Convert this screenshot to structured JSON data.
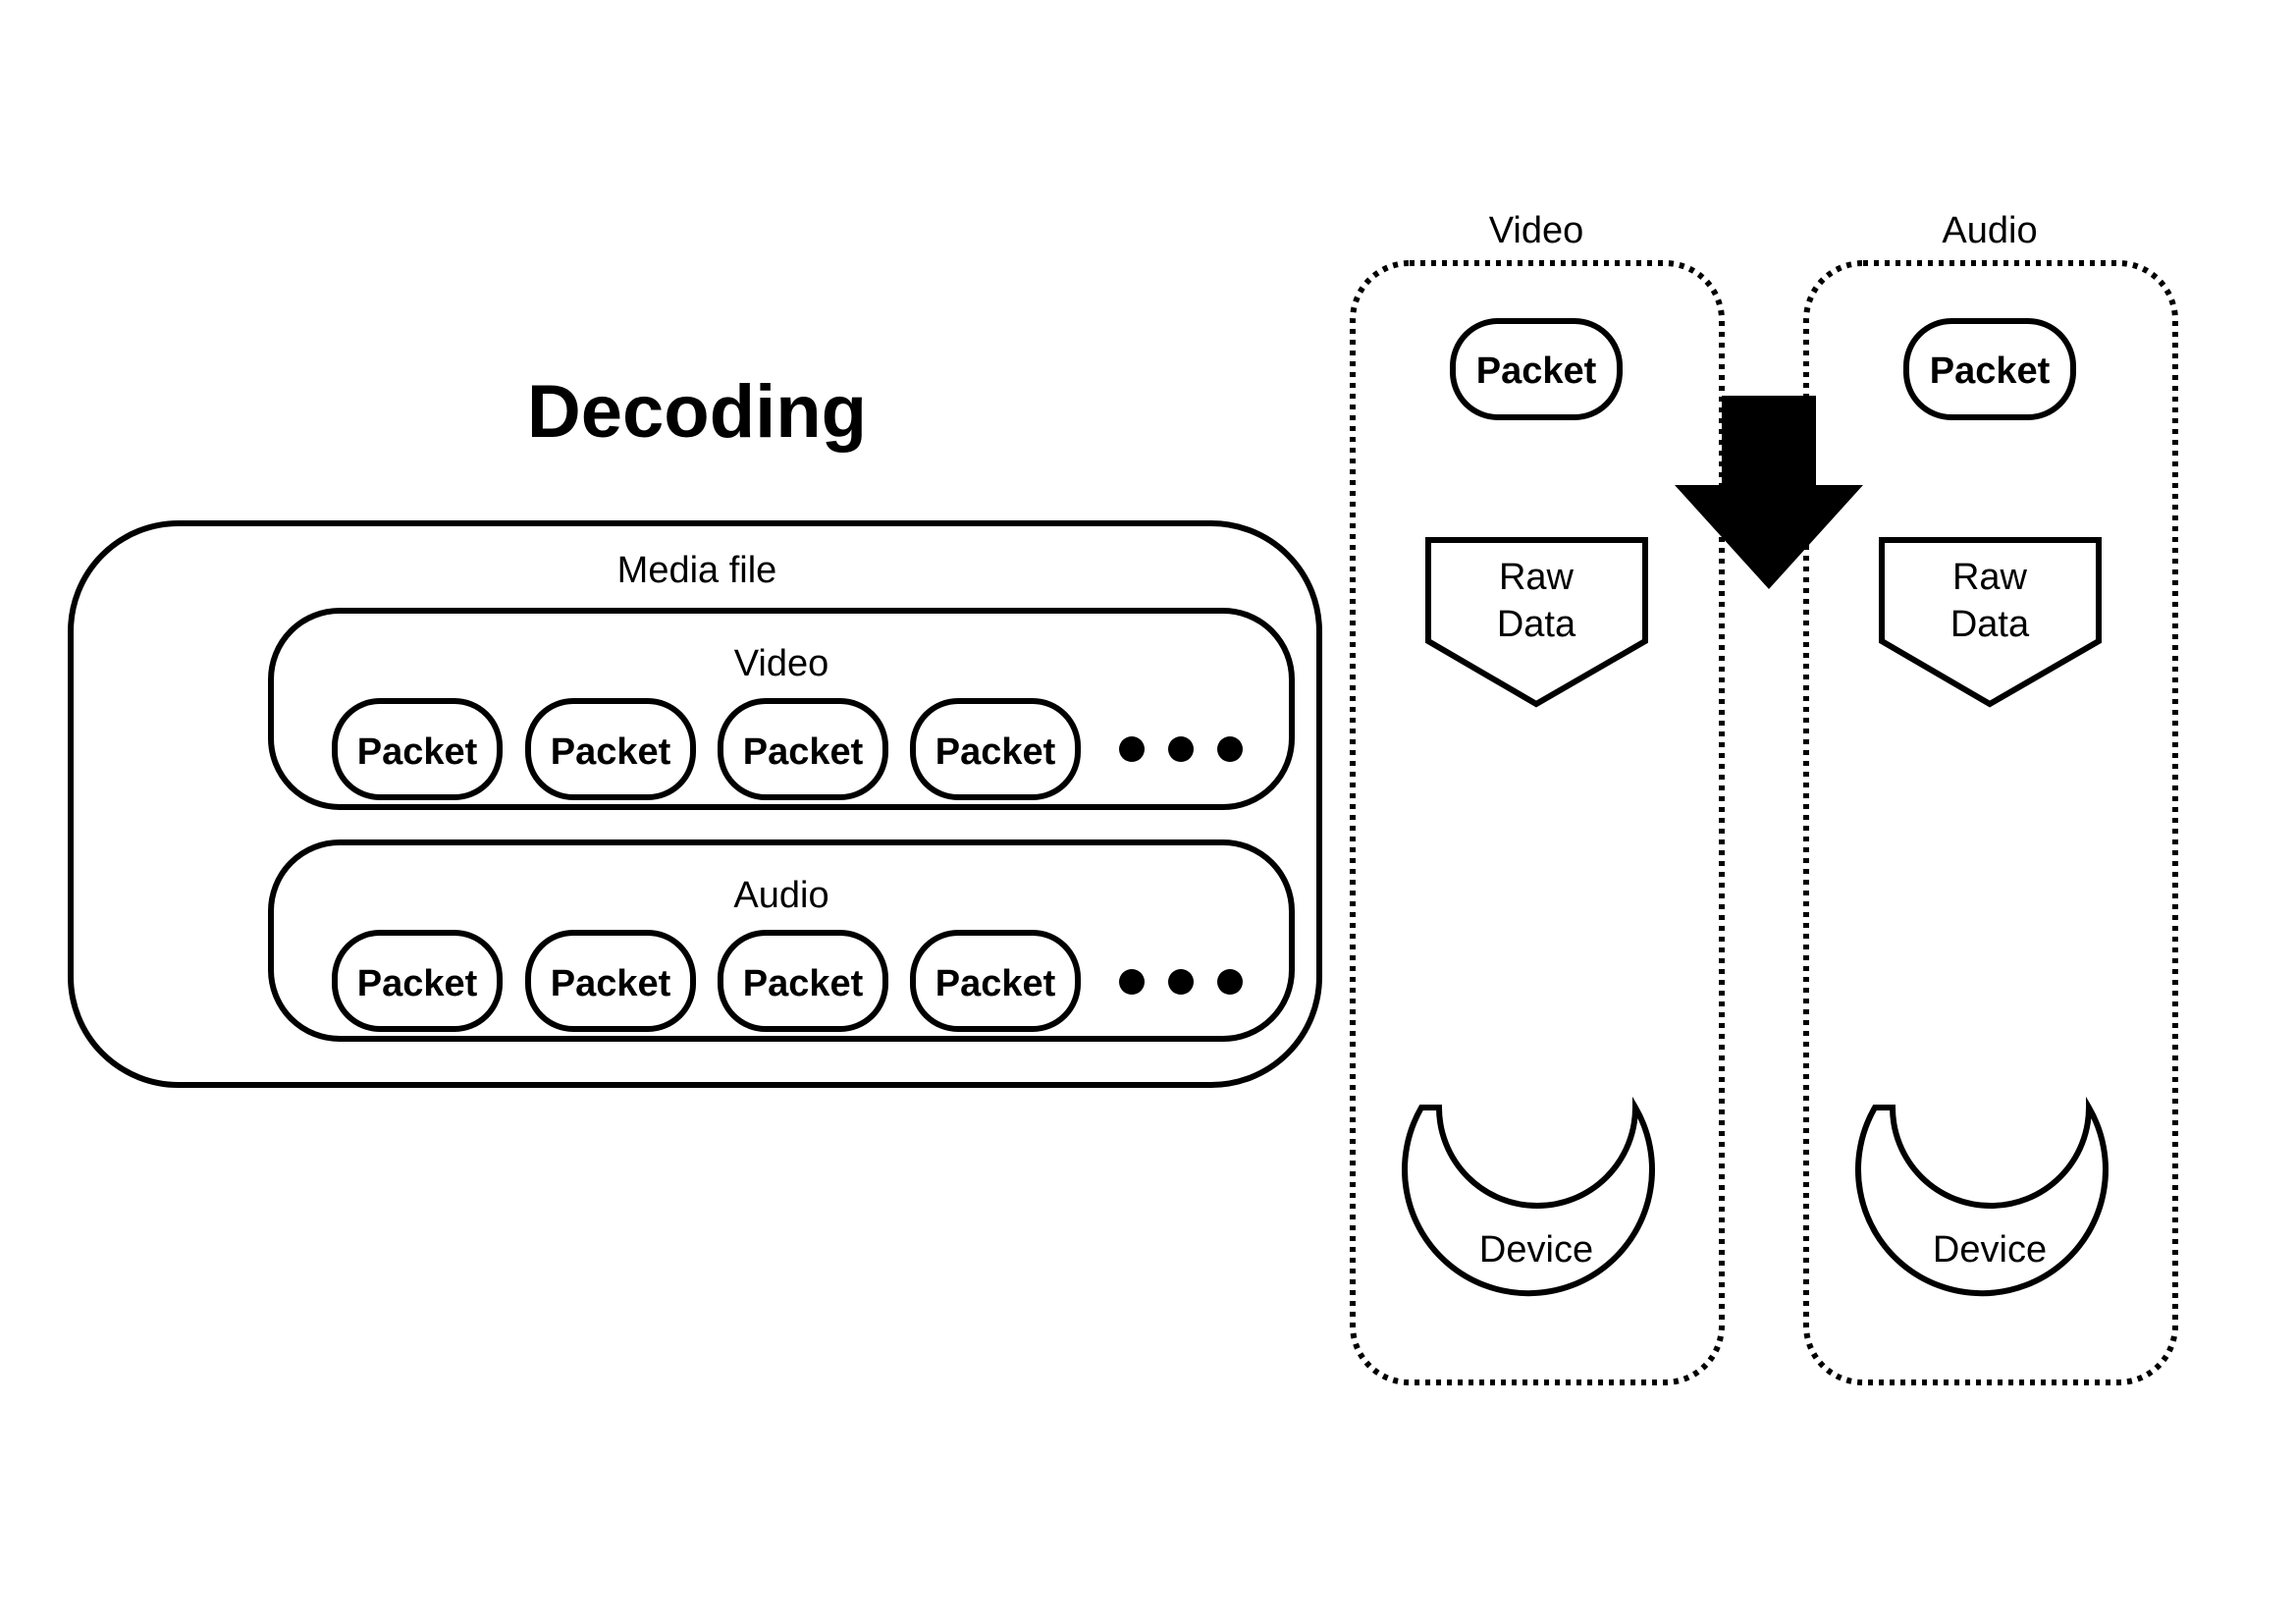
{
  "title": "Decoding",
  "media_file": {
    "label": "Media file",
    "video": {
      "label": "Video",
      "packets": [
        "Packet",
        "Packet",
        "Packet",
        "Packet"
      ],
      "more_icon": "ellipsis-dots-icon"
    },
    "audio": {
      "label": "Audio",
      "packets": [
        "Packet",
        "Packet",
        "Packet",
        "Packet"
      ],
      "more_icon": "ellipsis-dots-icon"
    }
  },
  "pipelines": {
    "video": {
      "label": "Video",
      "packet": "Packet",
      "raw_line1": "Raw",
      "raw_line2": "Data",
      "device": "Device"
    },
    "audio": {
      "label": "Audio",
      "packet": "Packet",
      "raw_line1": "Raw",
      "raw_line2": "Data",
      "device": "Device"
    }
  },
  "arrow_icon": "down-arrow-icon"
}
